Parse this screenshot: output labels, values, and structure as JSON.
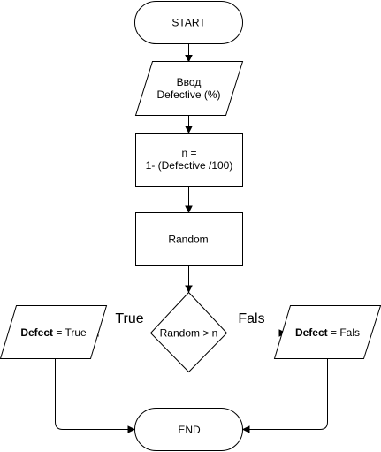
{
  "flowchart": {
    "start": {
      "label": "START"
    },
    "input": {
      "line1": "Ввод",
      "line2": "Defective (%)"
    },
    "compute": {
      "line1": "n =",
      "line2": "1- (Defective /100)"
    },
    "random": {
      "label": "Random"
    },
    "decision": {
      "label": "Random > n"
    },
    "true_branch": {
      "edge_label": "True",
      "var_name": "Defect",
      "assign": " = True"
    },
    "false_branch": {
      "edge_label": "Fals",
      "var_name": "Defect",
      "assign": " = Fals"
    },
    "end": {
      "label": "END"
    }
  }
}
